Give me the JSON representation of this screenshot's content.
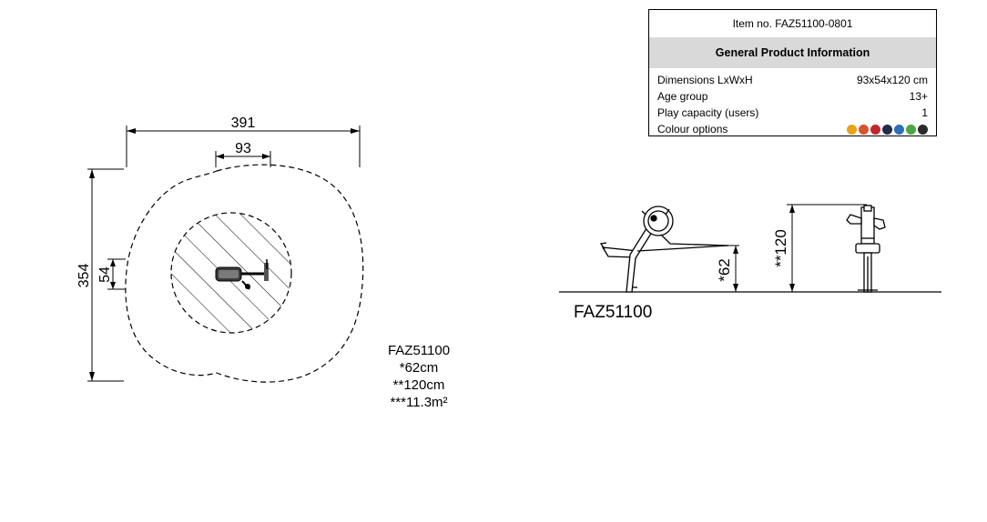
{
  "info": {
    "item_no": "Item no. FAZ51100-0801",
    "header": "General Product Information",
    "rows": [
      {
        "label": "Dimensions LxWxH",
        "value": "93x54x120 cm"
      },
      {
        "label": "Age group",
        "value": "13+"
      },
      {
        "label": "Play capacity (users)",
        "value": "1"
      },
      {
        "label": "Colour options",
        "value": ""
      }
    ],
    "colours": [
      "#e8a21c",
      "#d9532b",
      "#c0272d",
      "#232b4a",
      "#2f6fb5",
      "#4aa843",
      "#2b2b2b"
    ]
  },
  "plan": {
    "dim_width": "391",
    "dim_item_width": "93",
    "dim_height": "354",
    "dim_item_depth": "54"
  },
  "specs": {
    "model": "FAZ51100",
    "height_1": "*62cm",
    "height_2": "**120cm",
    "area": "***11.3m²"
  },
  "side": {
    "dim_62": "*62",
    "dim_120": "**120",
    "model": "FAZ51100"
  }
}
